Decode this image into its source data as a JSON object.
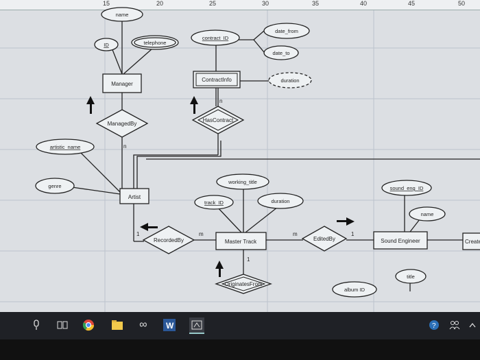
{
  "ruler": {
    "marks": [
      "15",
      "20",
      "25",
      "30",
      "35",
      "40",
      "45",
      "50"
    ]
  },
  "diagram": {
    "entities": {
      "manager": "Manager",
      "contract_info": "ContractInfo",
      "artist": "Artist",
      "master_track": "Master Track",
      "sound_engineer": "Sound Engineer",
      "create_cut": "Create"
    },
    "relationships": {
      "managed_by": "ManagedBy",
      "has_contract": "HasContract",
      "recorded_by": "RecordedBy",
      "edited_by": "EditedBy",
      "originates_from": "OriginatesFrom"
    },
    "attributes": {
      "name": "name",
      "id": "ID",
      "telephone": "telephone",
      "contract_id": "contract_ID",
      "date_from": "date_from",
      "date_to": "date_to",
      "duration_contract": "duration",
      "artistic_name": "artistic_name",
      "genre": "genre",
      "working_title": "working_title",
      "track_id": "track_ID",
      "duration_track": "duration",
      "sound_eng_id": "sound_eng_ID",
      "engineer_name": "name",
      "title": "title",
      "album_id": "album ID"
    },
    "cardinalities": {
      "managed_by_n": "n",
      "has_contract_n": "n",
      "recorded_1": "1",
      "recorded_m": "m",
      "edited_m": "m",
      "edited_1": "1",
      "originates_1": "1"
    }
  },
  "taskbar": {
    "icons": [
      "microphone-icon",
      "task-view-icon",
      "chrome-icon",
      "file-explorer-icon",
      "infinity-app-icon",
      "word-icon",
      "drawing-app-icon",
      "help-icon",
      "people-icon",
      "chevron-up-icon"
    ],
    "word_label": "W"
  }
}
